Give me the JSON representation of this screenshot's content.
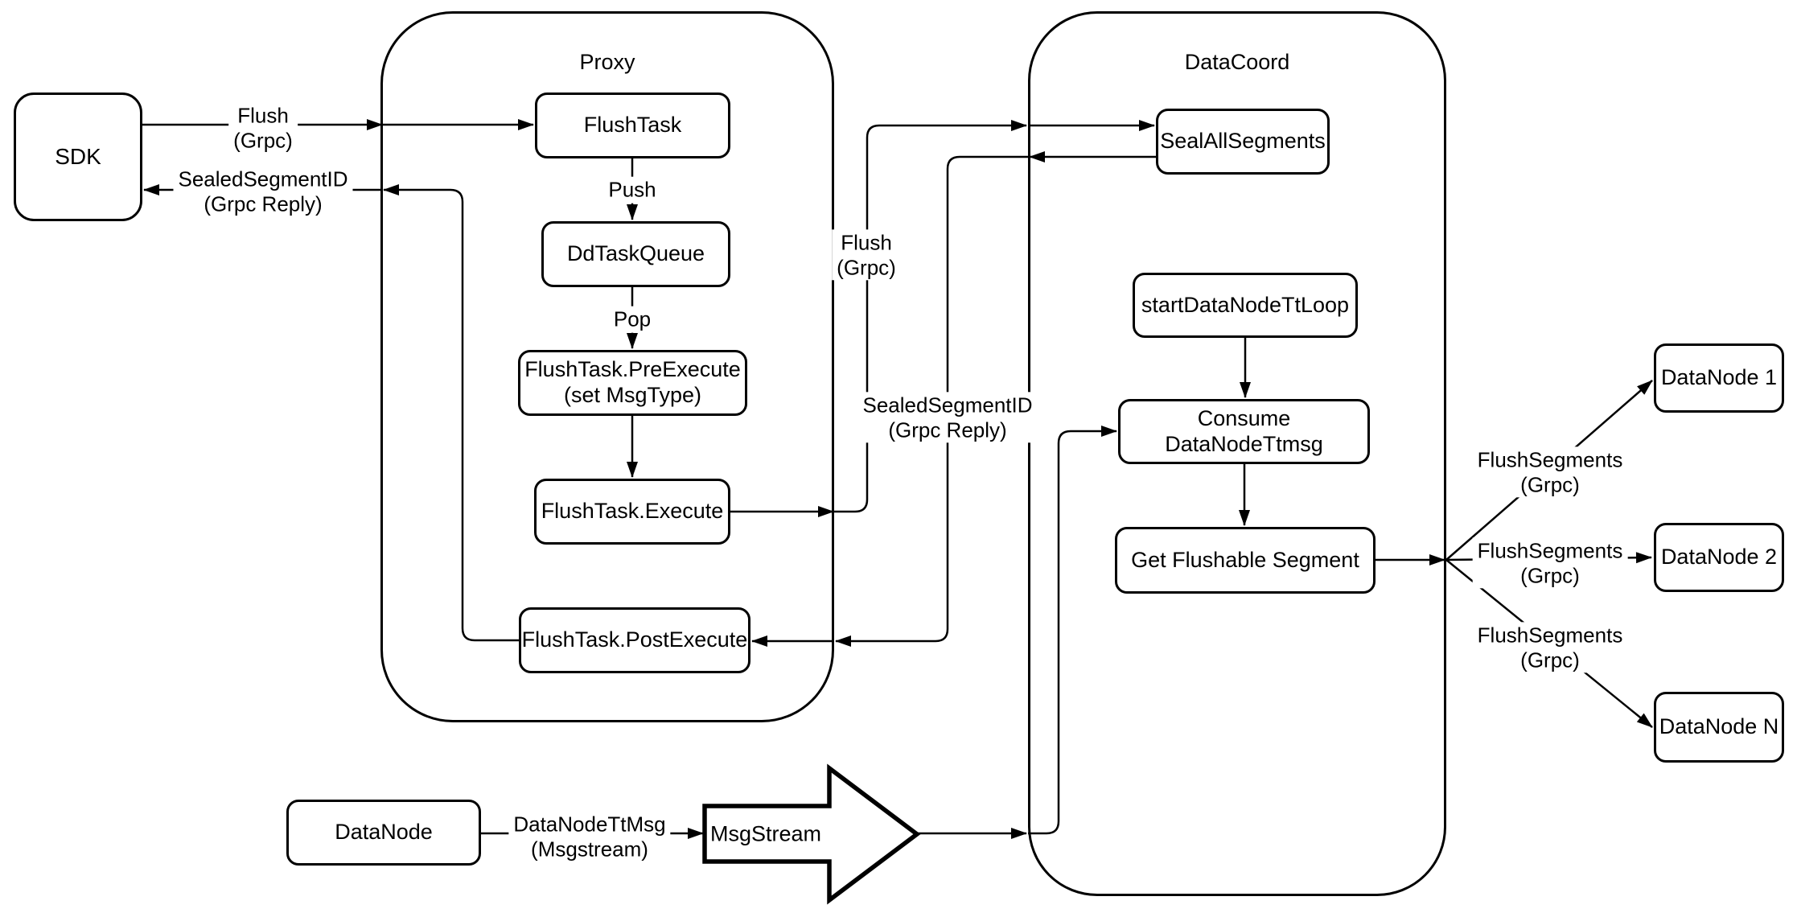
{
  "diagram": {
    "background": "#ffffff",
    "ink": "#000000"
  },
  "containers": {
    "proxy": {
      "title": "Proxy"
    },
    "datacoord": {
      "title": "DataCoord"
    }
  },
  "nodes": {
    "sdk": {
      "label": "SDK"
    },
    "flush_task": {
      "label": "FlushTask"
    },
    "dd_task_queue": {
      "label": "DdTaskQueue"
    },
    "pre_execute": {
      "line1": "FlushTask.PreExecute",
      "line2": "(set MsgType)"
    },
    "execute": {
      "label": "FlushTask.Execute"
    },
    "post_execute": {
      "label": "FlushTask.PostExecute"
    },
    "seal_all_segments": {
      "label": "SealAllSegments"
    },
    "start_datanode_tt_loop": {
      "label": "startDataNodeTtLoop"
    },
    "consume_datanode_ttmsg": {
      "label": "Consume DataNodeTtmsg"
    },
    "get_flushable_segment": {
      "label": "Get Flushable Segment"
    },
    "datanode_1": {
      "label": "DataNode 1"
    },
    "datanode_2": {
      "label": "DataNode 2"
    },
    "datanode_n": {
      "label": "DataNode N"
    },
    "datanode_source": {
      "label": "DataNode"
    },
    "msgstream": {
      "label": "MsgStream"
    }
  },
  "edge_labels": {
    "flush_grpc_sdk": {
      "line1": "Flush",
      "line2": "(Grpc)"
    },
    "sealed_segment_id_sdk": {
      "line1": "SealedSegmentID",
      "line2": "(Grpc Reply)"
    },
    "push": {
      "label": "Push"
    },
    "pop": {
      "label": "Pop"
    },
    "flush_grpc_mid": {
      "line1": "Flush",
      "line2": "(Grpc)"
    },
    "sealed_segment_id_mid": {
      "line1": "SealedSegmentID",
      "line2": "(Grpc Reply)"
    },
    "flush_segments_1": {
      "line1": "FlushSegments",
      "line2": "(Grpc)"
    },
    "flush_segments_2": {
      "line1": "FlushSegments",
      "line2": "(Grpc)"
    },
    "flush_segments_n": {
      "line1": "FlushSegments",
      "line2": "(Grpc)"
    },
    "datanode_tt_msg": {
      "line1": "DataNodeTtMsg",
      "line2": "(Msgstream)"
    }
  }
}
